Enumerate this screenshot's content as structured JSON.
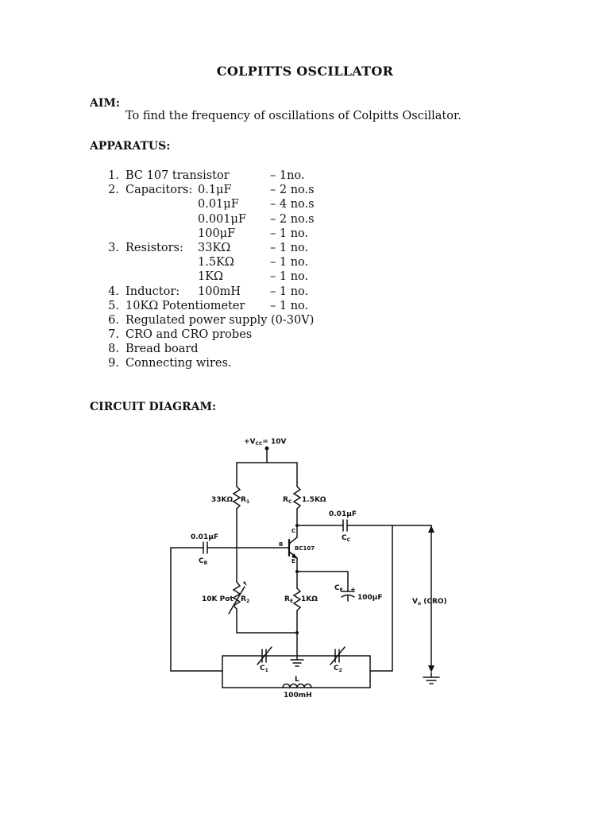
{
  "title": "COLPITTS OSCILLATOR",
  "aim": {
    "heading": "AIM:",
    "text": "To find the frequency of oscillations of Colpitts Oscillator."
  },
  "apparatus": {
    "heading": "APPARATUS:",
    "rows": [
      {
        "num": "1.",
        "item": "BC 107 transistor",
        "value": "",
        "qty": "– 1no."
      },
      {
        "num": "2.",
        "item": "Capacitors:",
        "value": "0.1μF",
        "qty": "– 2 no.s"
      },
      {
        "num": "",
        "item": "",
        "value": "0.01μF",
        "qty": "– 4 no.s"
      },
      {
        "num": "",
        "item": "",
        "value": "0.001μF",
        "qty": "– 2 no.s"
      },
      {
        "num": "",
        "item": "",
        "value": "100μF",
        "qty": "– 1 no."
      },
      {
        "num": "3.",
        "item": "Resistors:",
        "value": "33KΩ",
        "qty": "– 1 no."
      },
      {
        "num": "",
        "item": "",
        "value": "1.5KΩ",
        "qty": "– 1 no."
      },
      {
        "num": "",
        "item": "",
        "value": "1KΩ",
        "qty": "– 1 no."
      },
      {
        "num": "4.",
        "item": "Inductor:",
        "value": "100mH",
        "qty": "– 1 no."
      },
      {
        "num": "5.",
        "item": "10KΩ Potentiometer",
        "value": "",
        "qty": "– 1 no."
      },
      {
        "num": "6.",
        "item": "Regulated power supply (0-30V)",
        "value": "",
        "qty": ""
      },
      {
        "num": "7.",
        "item": "CRO and CRO probes",
        "value": "",
        "qty": ""
      },
      {
        "num": "8.",
        "item": "Bread board",
        "value": "",
        "qty": ""
      },
      {
        "num": "9.",
        "item": "Connecting wires.",
        "value": "",
        "qty": ""
      }
    ]
  },
  "circuit": {
    "heading": "CIRCUIT DIAGRAM:",
    "vcc": {
      "main": "+V",
      "sub": "CC",
      "rest": "= 10V"
    },
    "r1": {
      "value": "33KΩ",
      "main": "R",
      "sub": "1"
    },
    "rc": {
      "main": "R",
      "sub": "C",
      "value": "1.5KΩ"
    },
    "cc": {
      "value": "0.01μF",
      "main": "C",
      "sub": "C"
    },
    "cb": {
      "value": "0.01μF",
      "main": "C",
      "sub": "B"
    },
    "transistor": {
      "name": "BC107",
      "base": "B",
      "collector": "C",
      "emitter": "E"
    },
    "ce": {
      "main": "C",
      "sub": "E",
      "plus": "+",
      "value": "100μF"
    },
    "r2": {
      "value": "10K Pot",
      "main": "R",
      "sub": "2"
    },
    "re": {
      "main": "R",
      "sub": "E",
      "value": "1KΩ"
    },
    "vo": {
      "main": "V",
      "sub": "o",
      "rest": " (CRO)"
    },
    "c1": {
      "main": "C",
      "sub": "1"
    },
    "c2": {
      "main": "C",
      "sub": "2"
    },
    "inductor": {
      "label": "L",
      "value": "100mH"
    }
  }
}
